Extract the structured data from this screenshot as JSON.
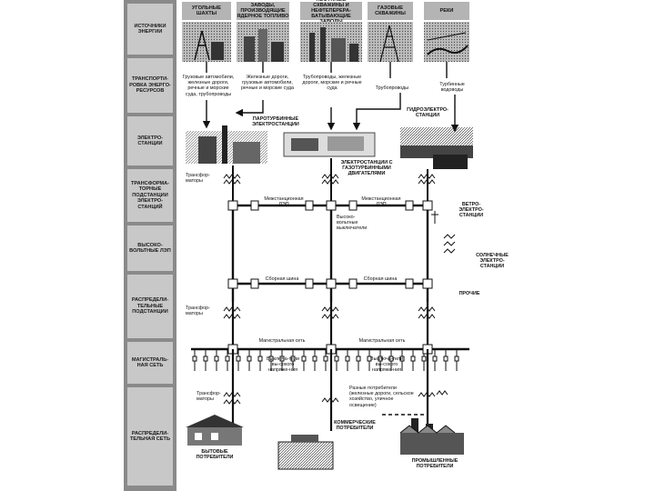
{
  "sidebar": {
    "rows": [
      "ИСТОЧНИКИ ЭНЕРГИИ",
      "ТРАНСПОРТИ-РОВКА ЭНЕРГО-РЕСУРСОВ",
      "ЭЛЕКТРО-СТАНЦИИ",
      "ТРАНСФОРМА-ТОРНЫЕ ПОДСТАНЦИИ ЭЛЕКТРО-СТАНЦИЙ",
      "ВЫСОКО-ВОЛЬТНЫЕ ЛЭП",
      "РАСПРЕДЕЛИ-ТЕЛЬНЫЕ ПОДСТАНЦИИ",
      "МАГИСТРАЛЬ-НАЯ СЕТЬ",
      "РАСПРЕДЕЛИ-ТЕЛЬНАЯ СЕТЬ"
    ]
  },
  "sources": [
    "УГОЛЬНЫЕ ШАХТЫ",
    "ЗАВОДЫ, ПРОИЗВОДЯЩИЕ ЯДЕРНОЕ ТОПЛИВО",
    "НЕФТЯНЫЕ СКВАЖИНЫ И НЕФТЕПЕРЕРА-БАТЫВАЮЩИЕ ЗАВОДЫ",
    "ГАЗОВЫЕ СКВАЖИНЫ",
    "РЕКИ"
  ],
  "transport": [
    "Грузовые автомобили, железные дороги, речные и морские суда, трубопроводы",
    "Железные дороги, грузовые автомобили, речные и морские суда",
    "Трубопроводы, железные дороги, морские и речные суда",
    "Трубопроводы",
    "Турбинные водоводы"
  ],
  "stations": {
    "thermal": "ПАРОТУРБИННЫЕ ЭЛЕКТРОСТАНЦИИ",
    "hydro": "ГИДРОЭЛЕКТРО-СТАНЦИИ",
    "gas": "ЭЛЕКТРОСТАНЦИИ С ГАЗОТУРБИННЫМИ ДВИГАТЕЛЯМИ",
    "wind": "ВЕТРО-ЭЛЕКТРО-СТАНЦИИ",
    "solar": "СОЛНЕЧНЫЕ ЭЛЕКТРО-СТАНЦИИ",
    "other": "ПРОЧИЕ"
  },
  "grid": {
    "transformers_top": "Трансфор-маторы",
    "intersystem_left": "Межстанционная ЛЭП",
    "intersystem_right": "Межстанционная ЛЭП",
    "hv_switch": "Высоко-вольтные выключатели",
    "bus_left": "Сборная шина",
    "bus_right": "Сборная шина",
    "transformers_mid": "Трансфор-маторы",
    "trunk_left": "Магистральная сеть",
    "trunk_right": "Магистральная сеть",
    "lv_switch_left": "Выключа-тели вы-сокого напряже-ния",
    "lv_switch_right": "Выключа-тели вы-сокого напряже-ния",
    "transformers_low": "Трансфор-маторы",
    "various": "Разные потребители (железные дороги, сельское хозяйство, уличное освещение)"
  },
  "consumers": {
    "household": "БЫТОВЫЕ ПОТРЕБИТЕЛИ",
    "commercial": "КОММЕРЧЕСКИЕ ПОТРЕБИТЕЛИ",
    "industrial": "ПРОМЫШЛЕННЫЕ ПОТРЕБИТЕЛИ"
  }
}
